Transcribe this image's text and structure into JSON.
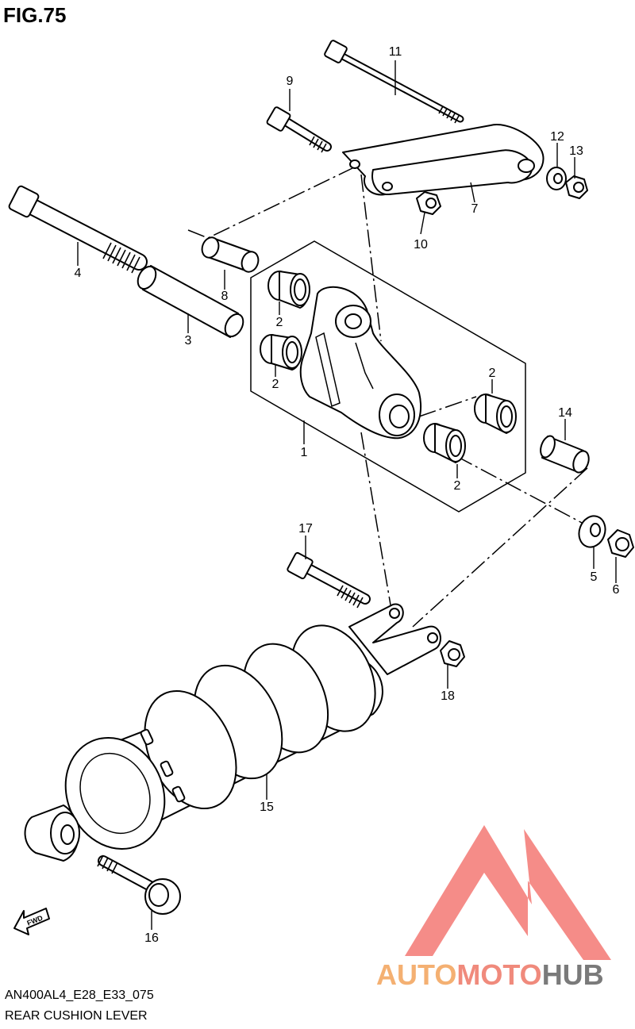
{
  "figure": {
    "title": "FIG.75"
  },
  "footer": {
    "model_code": "AN400AL4_E28_E33_075",
    "part_name": "REAR CUSHION LEVER"
  },
  "fwd_marker": {
    "label": "FWD"
  },
  "watermark": {
    "part_a": "AUTO",
    "part_b": "MOTO",
    "part_c": "HUB",
    "colors": {
      "triangle": "#f26f6a",
      "auto": "#f4b072",
      "moto": "#f08a7c",
      "hub": "#7a7a7a"
    }
  },
  "callouts": {
    "c11": "11",
    "c9": "9",
    "c12": "12",
    "c13": "13",
    "c7": "7",
    "c10": "10",
    "c4": "4",
    "c8": "8",
    "c3": "3",
    "c2a": "2",
    "c2b": "2",
    "c2c": "2",
    "c2d": "2",
    "c1": "1",
    "c14": "14",
    "c5": "5",
    "c6": "6",
    "c17": "17",
    "c18": "18",
    "c15": "15",
    "c16": "16"
  }
}
